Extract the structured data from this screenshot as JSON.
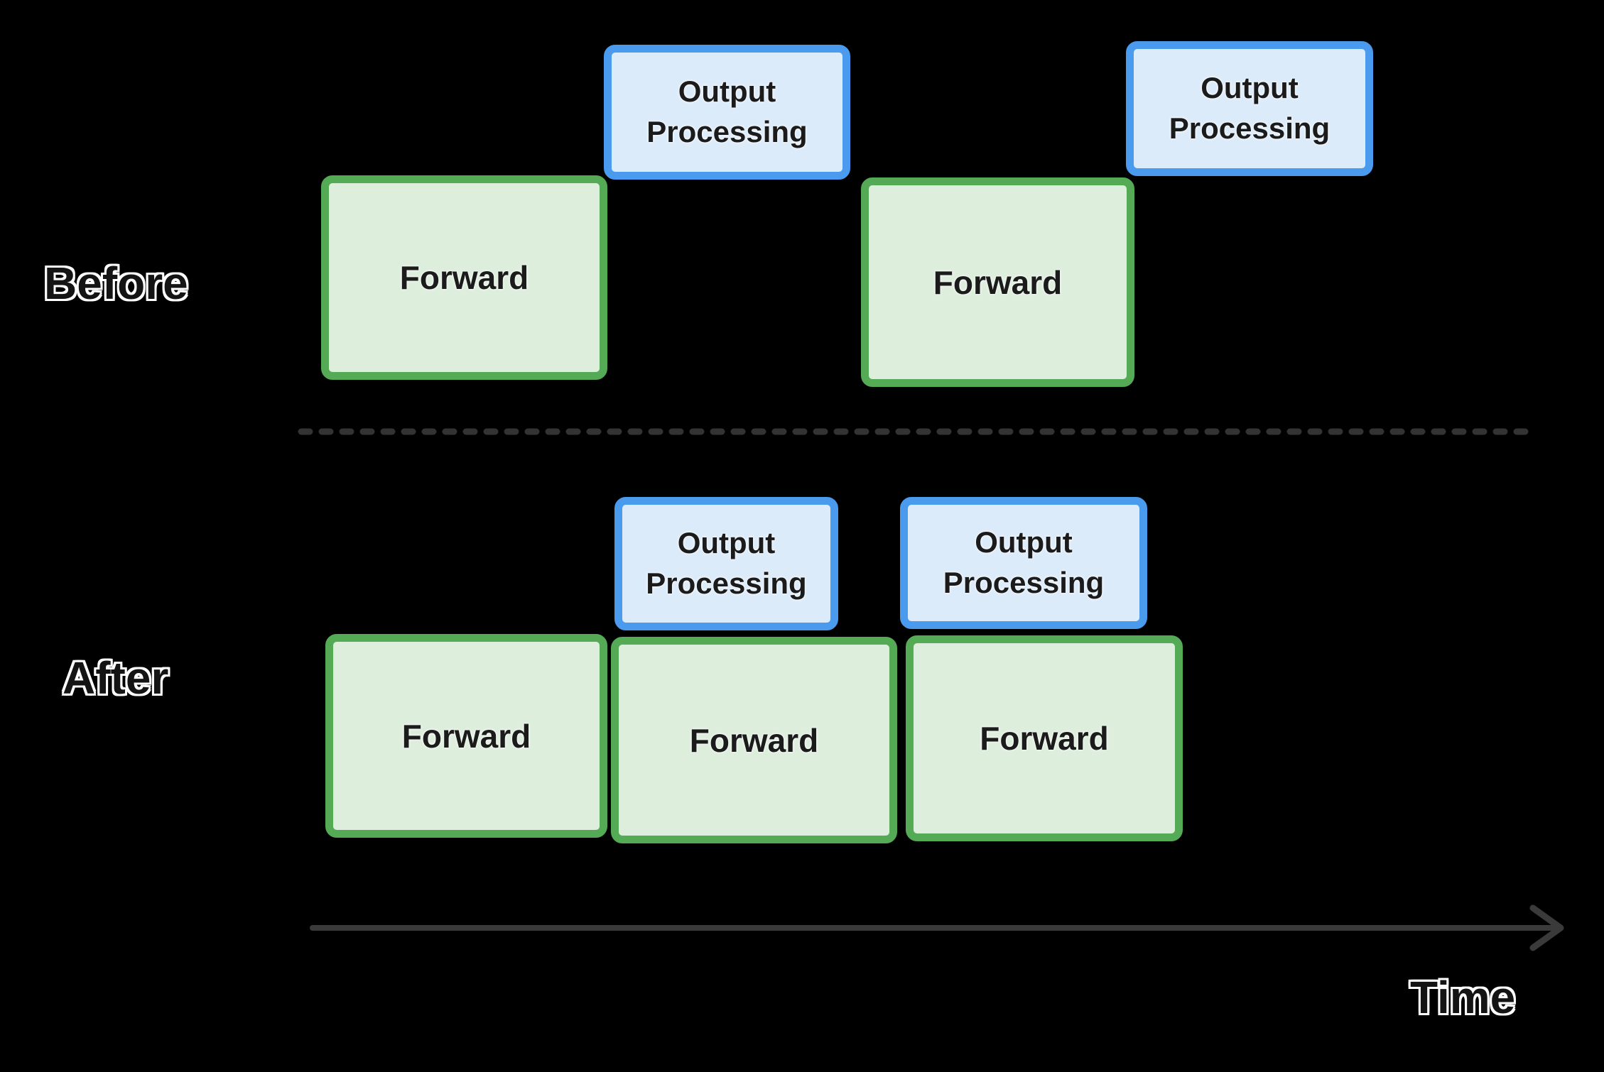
{
  "colors": {
    "background": "#000000",
    "forward_fill": "#ddeedd",
    "forward_border": "#55aa55",
    "output_fill": "#dcebfa",
    "output_border": "#4a9bee",
    "divider": "#333333",
    "arrow": "#3a3a3a",
    "box_text": "#1b1b1b",
    "label_text": "#141414",
    "label_outline": "#ffffff"
  },
  "before": {
    "label": "Before",
    "boxes": [
      {
        "id": "forward-1",
        "type": "forward",
        "label": "Forward"
      },
      {
        "id": "output-1",
        "type": "output",
        "label": "Output Processing"
      },
      {
        "id": "forward-2",
        "type": "forward",
        "label": "Forward"
      },
      {
        "id": "output-2",
        "type": "output",
        "label": "Output Processing"
      }
    ]
  },
  "after": {
    "label": "After",
    "boxes": [
      {
        "id": "forward-1",
        "type": "forward",
        "label": "Forward"
      },
      {
        "id": "forward-2",
        "type": "forward",
        "label": "Forward"
      },
      {
        "id": "forward-3",
        "type": "forward",
        "label": "Forward"
      },
      {
        "id": "output-1",
        "type": "output",
        "label": "Output Processing"
      },
      {
        "id": "output-2",
        "type": "output",
        "label": "Output Processing"
      }
    ]
  },
  "timeline": {
    "label": "Time"
  }
}
